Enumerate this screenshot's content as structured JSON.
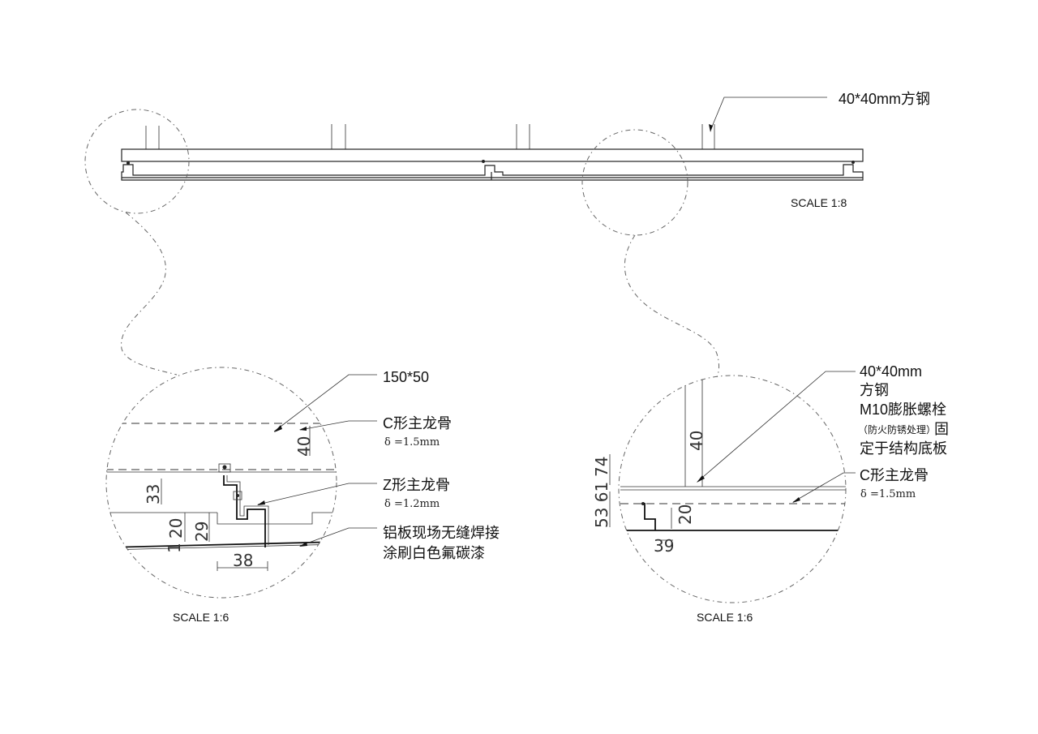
{
  "top_view": {
    "label_square_steel": "40*40mm方钢",
    "scale": "SCALE   1:8"
  },
  "detail_left": {
    "label_section": "150*50",
    "label_c_keel": "C形主龙骨",
    "label_c_thickness": "δ =1.5mm",
    "label_z_keel": "Z形主龙骨",
    "label_z_thickness": "δ =1.2mm",
    "label_weld_1": "铝板现场无缝焊接",
    "label_weld_2": "涂刷白色氟碳漆",
    "dim_40": "40",
    "dim_33": "33",
    "dim_20": "20",
    "dim_29": "29",
    "dim_1": "1",
    "dim_38": "38",
    "scale": "SCALE   1:6"
  },
  "detail_right": {
    "label_steel_1": "40*40mm",
    "label_steel_2": "方钢",
    "label_bolt": "M10膨胀螺栓",
    "label_fireproof": "（防火防锈处理）",
    "label_fix_a": "固",
    "label_fix_b": "定于结构底板",
    "label_c_keel": "C形主龙骨",
    "label_c_thickness": "δ =1.5mm",
    "dim_40": "40",
    "dim_74": "74",
    "dim_53_61": "53 61",
    "dim_20": "20",
    "dim_39": "39",
    "scale": "SCALE   1:6"
  }
}
